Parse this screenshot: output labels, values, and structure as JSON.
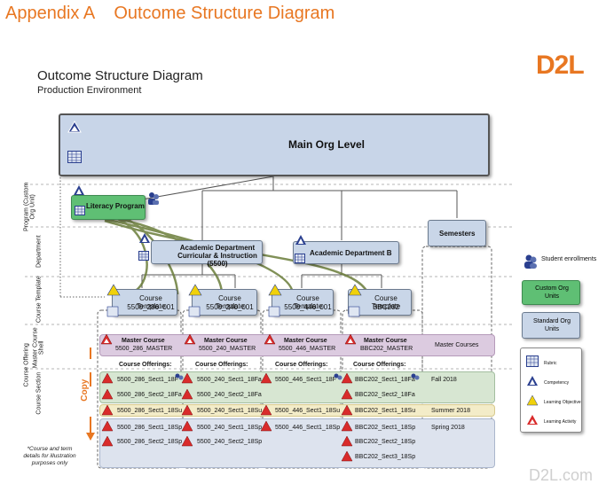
{
  "page_title": "Appendix A    Outcome Structure Diagram",
  "logo_text": "D2L",
  "footer_logo": "D2L.com",
  "diagram": {
    "title": "Outcome Structure Diagram",
    "subtitle": "Production Environment",
    "main_org": "Main Org Level",
    "program": "Literacy Program",
    "dept_a": "Academic Department Curricular & Instruction (5500)",
    "dept_b": "Academic Department B",
    "semesters": "Semesters",
    "templates": [
      {
        "title": "Course Template",
        "code": "5500_286_001"
      },
      {
        "title": "Course Template",
        "code": "5500_240_001"
      },
      {
        "title": "Course Template",
        "code": "5500_446_001"
      },
      {
        "title": "Course Template",
        "code": "BBC202"
      }
    ],
    "masters": [
      {
        "title": "Master Course",
        "code": "5500_286_MASTER"
      },
      {
        "title": "Master Course",
        "code": "5500_240_MASTER"
      },
      {
        "title": "Master Course",
        "code": "5500_446_MASTER"
      },
      {
        "title": "Master Course",
        "code": "BBC202_MASTER"
      }
    ],
    "master_courses_label": "Master Courses",
    "offerings_label": "Course Offerings:",
    "copy_label": "Copy",
    "columns": [
      {
        "fall": [
          "5500_286_Sect1_18F",
          "5500_286_Sect2_18Fa"
        ],
        "summer": [
          "5500_286_Sect1_18Su"
        ],
        "spring": [
          "5500_286_Sect1_18Sp",
          "5500_286_Sect2_18Sp"
        ]
      },
      {
        "fall": [
          "5500_240_Sect1_18Fa",
          "5500_240_Sect2_18Fa"
        ],
        "summer": [
          "5500_240_Sect1_18Su"
        ],
        "spring": [
          "5500_240_Sect1_18Sp",
          "5500_240_Sect2_18Sp"
        ]
      },
      {
        "fall": [
          "5500_446_Sect1_18F"
        ],
        "summer": [
          "5500_446_Sect1_18Su"
        ],
        "spring": [
          "5500_446_Sect1_18Sp"
        ]
      },
      {
        "fall": [
          "BBC202_Sect1_18Fa",
          "BBC202_Sect2_18Fa"
        ],
        "summer": [
          "BBC202_Sect1_18Su"
        ],
        "spring": [
          "BBC202_Sect1_18Sp",
          "BBC202_Sect2_18Sp",
          "BBC202_Sect3_18Sp"
        ]
      }
    ],
    "semester_labels": {
      "fall": "Fall 2018",
      "summer": "Summer 2018",
      "spring": "Spring 2018"
    },
    "row_labels": {
      "program": "Program (Custom Org Unit)",
      "department": "Department",
      "template": "Course Template",
      "offering": "Course Offering",
      "shell": "Master Course Shell",
      "section": "Course Section"
    },
    "note": "*Course and term details for illustration purposes only"
  },
  "legend": {
    "student": "Student enrollments",
    "custom": "Custom Org Units",
    "standard": "Standard Org Units",
    "rubric": "Rubric",
    "competency": "Competency",
    "objective": "Learning Objective",
    "activity": "Learning Activity"
  },
  "colors": {
    "accent": "#e87722",
    "org_blue": "#c9d6e8",
    "custom_green": "#5fbf74",
    "master_band": "#dccbe0",
    "fall_band": "#d7e6d2",
    "summer_band": "#f3ecc8",
    "spring_band": "#dde3ee",
    "connector": "#6b7d3a"
  }
}
